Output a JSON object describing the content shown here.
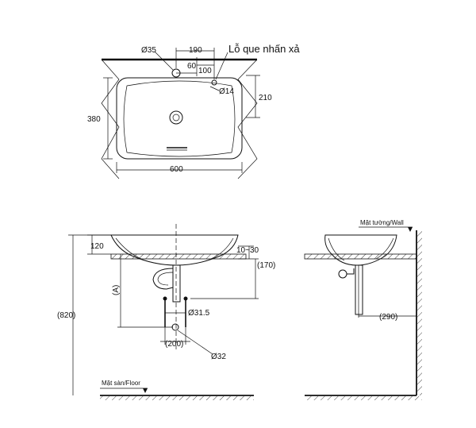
{
  "top_view": {
    "dims": {
      "d35": "Ø35",
      "w190": "190",
      "w60": "60",
      "w100": "100",
      "d14": "Ø14",
      "h210": "210",
      "h380": "380",
      "w600": "600"
    },
    "flush_hole_label": "Lỗ que nhấn xả"
  },
  "front_view": {
    "dims": {
      "h120": "120",
      "t10_30": "10~30",
      "h170": "(170)",
      "a": "(A)",
      "h820": "(820)",
      "d31_5": "Ø31.5",
      "w200": "(200)",
      "d32": "Ø32"
    },
    "floor_label": "Mặt sàn/Floor"
  },
  "side_view": {
    "wall_label": "Mặt tường/Wall",
    "w290": "(290)"
  }
}
